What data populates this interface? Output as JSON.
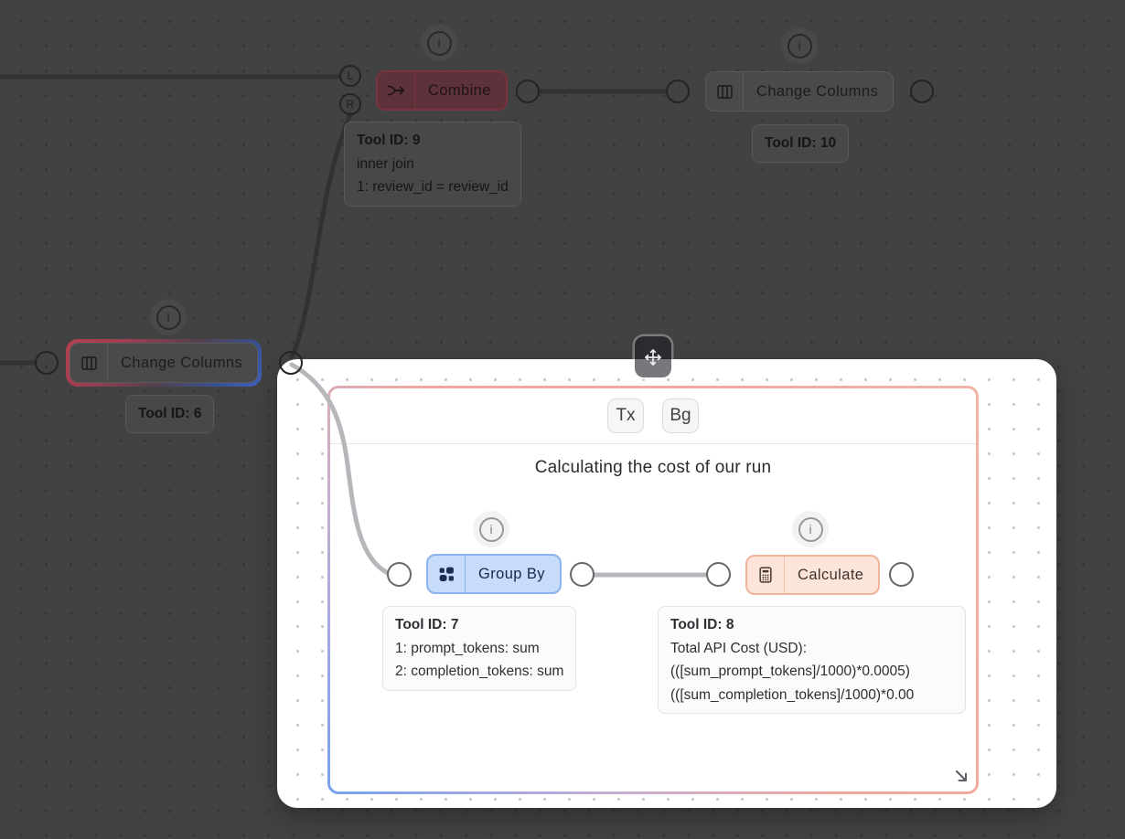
{
  "canvas": {
    "type": "workflow-editor",
    "background_color": "#424242",
    "grid": "dotted"
  },
  "nodes": {
    "combine": {
      "label": "Combine",
      "port_left_top": "L",
      "port_left_bottom": "R",
      "icon": "join-icon",
      "accent_color": "#5e323a",
      "caption_title": "Tool ID: 9",
      "caption_lines": [
        "inner join",
        "1: review_id = review_id"
      ]
    },
    "change_columns_top": {
      "label": "Change Columns",
      "icon": "columns-icon",
      "caption_title": "Tool ID: 10"
    },
    "change_columns_left": {
      "label": "Change Columns",
      "icon": "columns-icon",
      "selection_ring_colors": [
        "#b4404f",
        "#3f62c0"
      ],
      "caption_title": "Tool ID: 6"
    }
  },
  "group_container": {
    "title": "Calculating the cost of our run",
    "border_gradient": [
      "#76a2f2",
      "#f0a89e"
    ],
    "toolbar": {
      "tx_button": "Tx",
      "bg_button": "Bg"
    },
    "nodes": {
      "group_by": {
        "label": "Group By",
        "icon": "group-by-icon",
        "accent_color": "#c7dcfb",
        "caption_title": "Tool ID: 7",
        "caption_lines": [
          "1: prompt_tokens: sum",
          "2: completion_tokens: sum"
        ]
      },
      "calculate": {
        "label": "Calculate",
        "icon": "calculator-icon",
        "accent_color": "#fce4d9",
        "caption_title": "Tool ID: 8",
        "caption_lines": [
          "Total API Cost (USD):",
          "(([sum_prompt_tokens]/1000)*0.0005)",
          "(([sum_completion_tokens]/1000)*0.00"
        ]
      }
    }
  }
}
